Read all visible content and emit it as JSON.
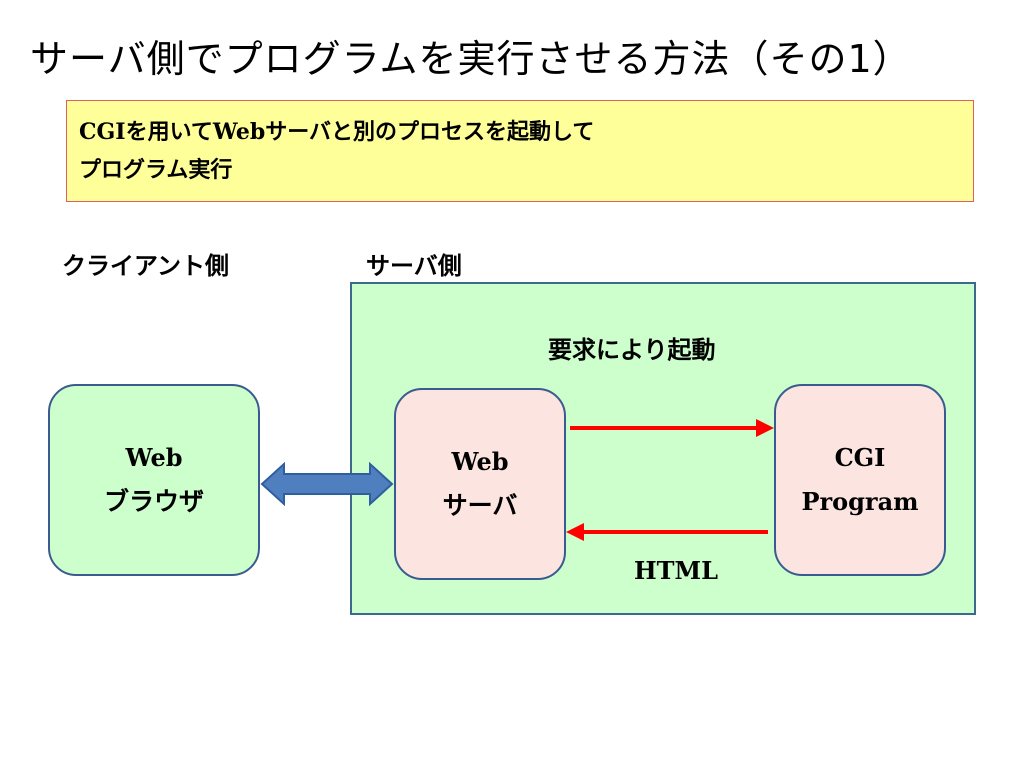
{
  "title": "サーバ側でプログラムを実行させる方法（その1）",
  "note": {
    "line1": "CGIを用いてWebサーバと別のプロセスを起動して",
    "line2": "プログラム実行"
  },
  "labels": {
    "client_side": "クライアント側",
    "server_side": "サーバ側",
    "launch_on_request": "要求により起動",
    "html": "HTML"
  },
  "nodes": {
    "browser": {
      "line1": "Web",
      "line2": "ブラウザ"
    },
    "web_server": {
      "line1": "Web",
      "line2": "サーバ"
    },
    "cgi_program": {
      "line1": "CGI",
      "line2": "Program"
    }
  },
  "colors": {
    "red_arrow": "#ff0000",
    "blue_arrow": "#4f7fbf",
    "green_fill": "#ccffcc",
    "pink_fill": "#fce4e0",
    "note_fill": "#ffff99"
  }
}
